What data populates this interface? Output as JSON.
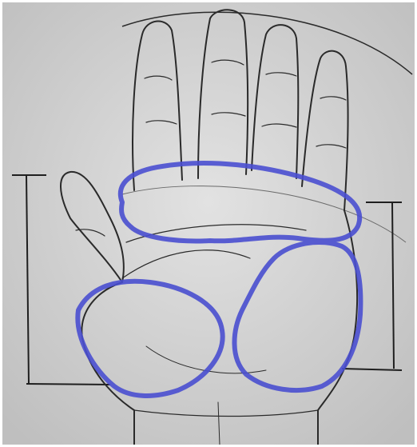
{
  "image": {
    "subject": "pencil-sketch-hand-palm",
    "outline_color": "#4a4fd0",
    "pencil_color": "#2a2a2a",
    "paper_color": "#d9d9d9"
  },
  "regions": [
    {
      "name": "upper-palm-region"
    },
    {
      "name": "thumb-mount-region"
    },
    {
      "name": "outer-palm-region"
    }
  ]
}
